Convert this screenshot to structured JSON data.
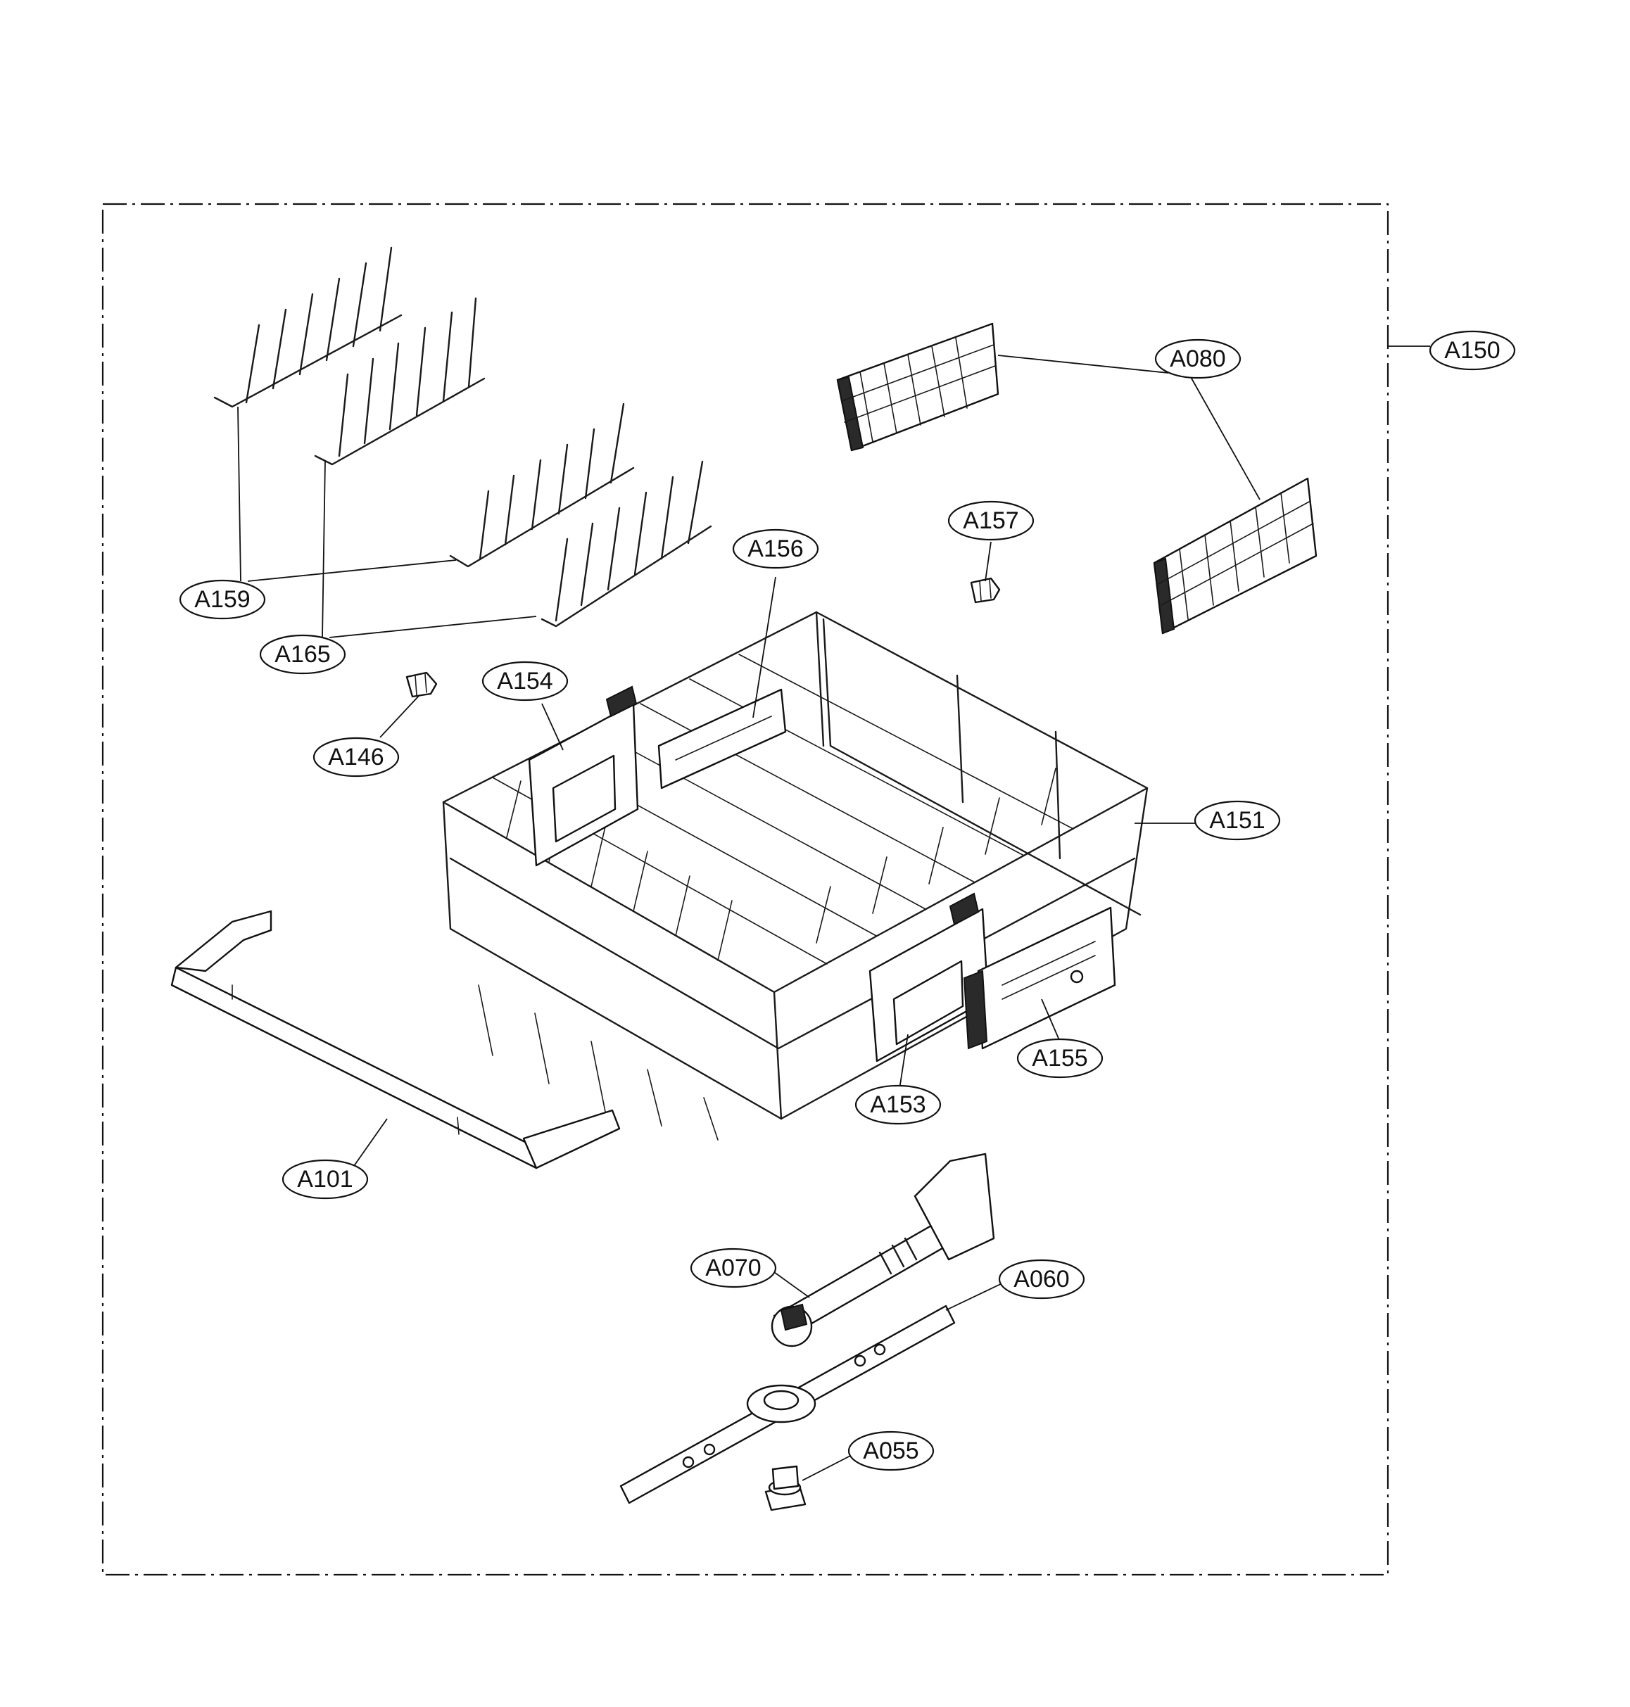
{
  "callouts": {
    "a150": "A150",
    "a080": "A080",
    "a157": "A157",
    "a156": "A156",
    "a159": "A159",
    "a165": "A165",
    "a154": "A154",
    "a146": "A146",
    "a151": "A151",
    "a155": "A155",
    "a153": "A153",
    "a101": "A101",
    "a070": "A070",
    "a060": "A060",
    "a055": "A055"
  }
}
